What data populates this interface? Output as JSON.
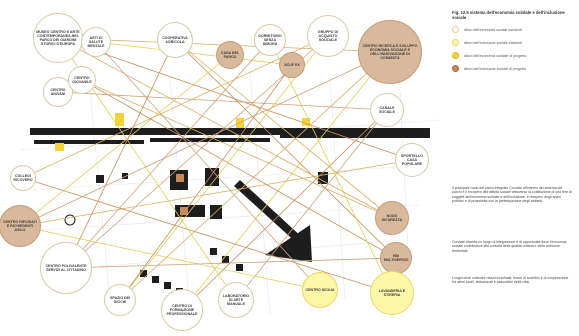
{
  "legend": {
    "title": "Fig. 12.5 sistema dell'economia solidale e dell'inclusione sociale",
    "items": [
      {
        "label": "Attori dell'economia sociale esistenti",
        "color": "#ffffff",
        "border": "#e0d090"
      },
      {
        "label": "Attori dell'inclusione sociale esistenti",
        "color": "#fff6a8",
        "border": "#e7d76a"
      },
      {
        "label": "Attori dell'economia solidale di progetto",
        "color": "#f2d23a",
        "border": "#d8b818"
      },
      {
        "label": "Attori dell'inclusione sociale di progetto",
        "color": "#c9875a",
        "border": "#a86a40"
      }
    ]
  },
  "nodes": [
    {
      "id": "museo",
      "label": "Museo centro e arte contemporanea nel parco dei giardini storici d'Europa",
      "style": "white"
    },
    {
      "id": "arti-salute",
      "label": "Arti di salute mentale",
      "style": "white"
    },
    {
      "id": "centro-anziani",
      "label": "Centro anziani",
      "style": "white"
    },
    {
      "id": "centro-giovanile",
      "label": "Centro giovanile",
      "style": "white"
    },
    {
      "id": "cooperativa",
      "label": "Cooperativa agricola",
      "style": "white"
    },
    {
      "id": "casa-parco",
      "label": "Casa del parco",
      "style": "brown"
    },
    {
      "id": "dormitorio",
      "label": "Dormitorio senza dimora",
      "style": "white"
    },
    {
      "id": "gruppo-acquisto",
      "label": "Gruppo di acquisto solidale",
      "style": "white"
    },
    {
      "id": "scuf",
      "label": "Scuf ex",
      "style": "brown"
    },
    {
      "id": "centro-sviluppo",
      "label": "Centro ricerca e sviluppo economia sociale e dell'innovazione di comunità",
      "style": "brown"
    },
    {
      "id": "canale",
      "label": "Canale sociale",
      "style": "white"
    },
    {
      "id": "sportello",
      "label": "Sportello casa popolare",
      "style": "white"
    },
    {
      "id": "collegi",
      "label": "Collegi ricovero",
      "style": "white"
    },
    {
      "id": "centro-rifugiati",
      "label": "Centro rifugiati e richiedenti asilo",
      "style": "brown"
    },
    {
      "id": "centro-polivalente",
      "label": "Centro polivalente servizi al cittadino",
      "style": "white"
    },
    {
      "id": "spazio",
      "label": "Spazio dei giochi",
      "style": "white"
    },
    {
      "id": "formazione",
      "label": "Centro di formazione professionale",
      "style": "white"
    },
    {
      "id": "laboratorio",
      "label": "Laboratorio di arte manuale",
      "style": "white"
    },
    {
      "id": "centro-sicilia",
      "label": "Centro Sicilia",
      "style": "yellow"
    },
    {
      "id": "nodo-sicurezza",
      "label": "Nodo sicurezza",
      "style": "brown"
    },
    {
      "id": "ebi",
      "label": "EBI multiservizi",
      "style": "brown"
    },
    {
      "id": "lavanderia",
      "label": "Lavanderia e stireria",
      "style": "yellow"
    }
  ],
  "paragraphs": [
    "Il principale ruolo del piano integrato Corviale all'interno del sistema dei parchi è il recupero dell'attività sociale attraverso la costituzione di una rete di soggetti dell'economia solidale e dell'inclusione; il recupero degli spazi pubblici e di prossimità con la partecipazione degli abitanti.",
    "Corviale diventa un luogo di integrazione e di opportunità dove l'economia sociale contribuisce alla crescita della qualità urbana e della coesione territoriale.",
    "Luoghi dove costruire relazioni solidali; forme di scambio e di cooperazione tra attori locali, istituzionali e associativi della città."
  ]
}
